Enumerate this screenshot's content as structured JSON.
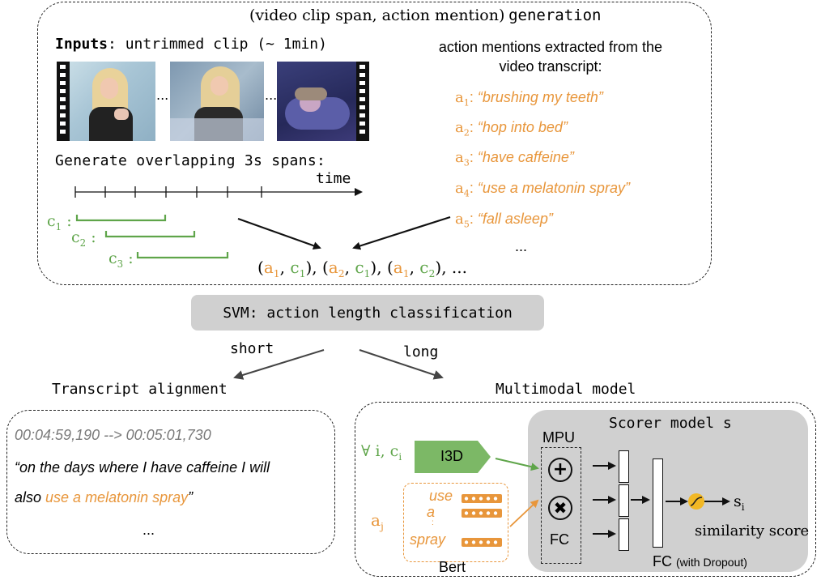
{
  "generation": {
    "title_serif": "(video clip span, action mention)",
    "title_mono": "generation",
    "inputs_bold": "Inputs",
    "inputs_rest": ": untrimmed clip (~ 1min)",
    "ellipsis": "...",
    "spans_text": "Generate overlapping 3s spans:",
    "time_label": "time",
    "mentions_header_l1": "action mentions extracted from the",
    "mentions_header_l2": "video transcript:",
    "mentions": [
      {
        "a": "a",
        "sub": "1",
        "text": "“brushing my teeth”"
      },
      {
        "a": "a",
        "sub": "2",
        "text": "“hop into bed”"
      },
      {
        "a": "a",
        "sub": "3",
        "text": "“have caffeine”"
      },
      {
        "a": "a",
        "sub": "4",
        "text": "“use a melatonin spray”"
      },
      {
        "a": "a",
        "sub": "5",
        "text": "“fall asleep”"
      }
    ],
    "mentions_more": "...",
    "clips": [
      {
        "c": "c",
        "sub": "1"
      },
      {
        "c": "c",
        "sub": "2"
      },
      {
        "c": "c",
        "sub": "3"
      }
    ],
    "pairs_more": "..."
  },
  "svm": {
    "label": "SVM: action length classification"
  },
  "branches": {
    "short": "short",
    "long": "long"
  },
  "transcript": {
    "title": "Transcript alignment",
    "timestamp": "00:04:59,190 --> 00:05:01,730",
    "quote_l1": "“on the days where I have caffeine I will",
    "quote_l2_pre": "also ",
    "quote_l2_hl": "use a melatonin spray",
    "quote_l2_post": "”",
    "more": "..."
  },
  "multimodal": {
    "title": "Multimodal model",
    "scorer_title": "Scorer model s",
    "forall": "∀ i, c",
    "forall_sub": "i",
    "i3d": "I3D",
    "mpu": "MPU",
    "fc": "FC",
    "aj": "a",
    "aj_sub": "j",
    "words": [
      "use",
      "a",
      ":",
      "spray"
    ],
    "bert": "Bert",
    "s": "s",
    "s_sub": "i",
    "similarity": "similarity score",
    "fc_dropout": "FC",
    "fc_dropout_paren": "(with Dropout)"
  },
  "colors": {
    "orange": "#e8963b",
    "green": "#5fa54a",
    "grey_box": "#d0d0d0"
  }
}
